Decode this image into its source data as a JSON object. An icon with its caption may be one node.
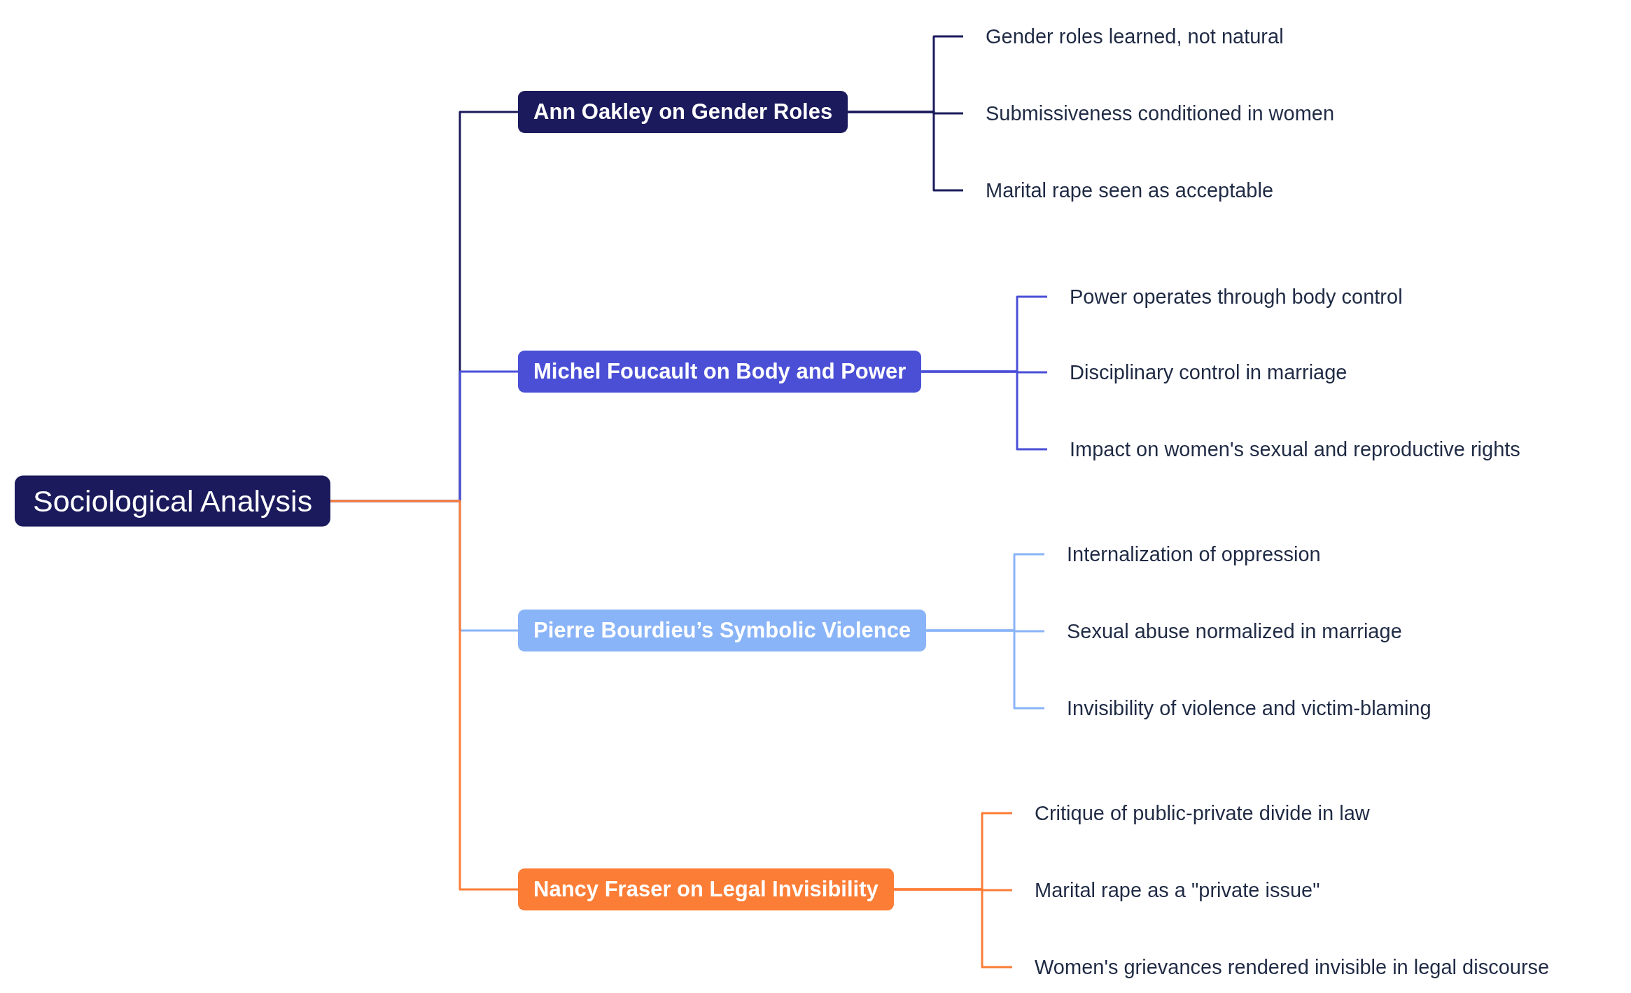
{
  "diagram": {
    "nodes": [
      {
        "text": [
          "Sociological Analysis"
        ]
      },
      {
        "text": [
          "Ann Oakley on Gender Roles"
        ]
      },
      {
        "text": [
          "Gender roles learned, not natural"
        ]
      },
      {
        "text": [
          "Submissiveness conditioned in women"
        ]
      },
      {
        "text": [
          "Marital rape seen as acceptable"
        ]
      },
      {
        "text": [
          "Michel Foucault on Body and Power"
        ]
      },
      {
        "text": [
          "Power operates through body control"
        ]
      },
      {
        "text": [
          "Disciplinary control in marriage"
        ]
      },
      {
        "text": [
          "Impact on women's sexual and reproductive rights"
        ]
      },
      {
        "text": [
          "Pierre Bourdieu’s Symbolic Violence"
        ]
      },
      {
        "text": [
          "Internalization of oppression"
        ]
      },
      {
        "text": [
          "Sexual abuse normalized in marriage"
        ]
      },
      {
        "text": [
          "Invisibility of violence and victim-blaming"
        ]
      },
      {
        "text": [
          "Nancy Fraser on Legal Invisibility"
        ]
      },
      {
        "text": [
          "Critique of public-private divide in law"
        ]
      },
      {
        "text": [
          "Marital rape as a \"private issue\""
        ]
      },
      {
        "text": [
          "Women's grievances rendered invisible in legal discourse"
        ]
      }
    ],
    "edges": [
      {
        "from": 0,
        "to": 1,
        "arrow": "none",
        "color": "#1b1a5c"
      },
      {
        "from": 1,
        "to": 2,
        "arrow": "none",
        "color": "#1b1a5c"
      },
      {
        "from": 1,
        "to": 3,
        "arrow": "none",
        "color": "#1b1a5c"
      },
      {
        "from": 1,
        "to": 4,
        "arrow": "none",
        "color": "#1b1a5c"
      },
      {
        "from": 0,
        "to": 5,
        "arrow": "none",
        "color": "#4a4fd6"
      },
      {
        "from": 5,
        "to": 6,
        "arrow": "none",
        "color": "#4a4fd6"
      },
      {
        "from": 5,
        "to": 7,
        "arrow": "none",
        "color": "#4a4fd6"
      },
      {
        "from": 5,
        "to": 8,
        "arrow": "none",
        "color": "#4a4fd6"
      },
      {
        "from": 0,
        "to": 9,
        "arrow": "none",
        "color": "#8ab4f8"
      },
      {
        "from": 9,
        "to": 10,
        "arrow": "none",
        "color": "#8ab4f8"
      },
      {
        "from": 9,
        "to": 11,
        "arrow": "none",
        "color": "#8ab4f8"
      },
      {
        "from": 9,
        "to": 12,
        "arrow": "none",
        "color": "#8ab4f8"
      },
      {
        "from": 0,
        "to": 13,
        "arrow": "none",
        "color": "#fb7d36"
      },
      {
        "from": 13,
        "to": 14,
        "arrow": "none",
        "color": "#fb7d36"
      },
      {
        "from": 13,
        "to": 15,
        "arrow": "none",
        "color": "#fb7d36"
      },
      {
        "from": 13,
        "to": 16,
        "arrow": "none",
        "color": "#fb7d36"
      }
    ]
  }
}
